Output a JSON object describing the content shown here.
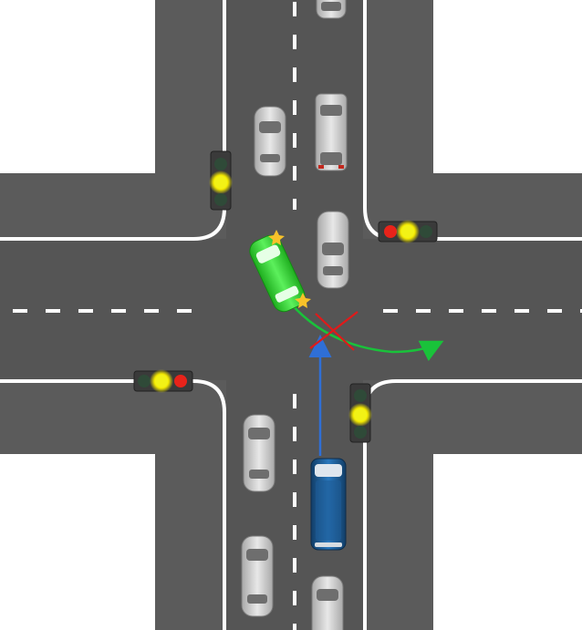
{
  "scene": {
    "type": "traffic-intersection",
    "roads": [
      "north",
      "south",
      "east",
      "west"
    ],
    "colors": {
      "background": "#ffffff",
      "asphalt": "#5b5b5b",
      "curb": "#3f3f3f",
      "lane_marking": "#ffffff",
      "green_car": "#2fd12f",
      "blue_van": "#1c5c96",
      "silver_car": "#c9c9c9",
      "green_path": "#19c23a",
      "blue_path": "#2f6fd6",
      "cross_mark": "#e01a1a",
      "signal_red": "#e8231a",
      "signal_yellow": "#f2f216",
      "signal_off": "#2f4a38",
      "signal_housing": "#3a3a3a"
    }
  },
  "vehicles": [
    {
      "id": "green-car",
      "kind": "car",
      "color": "green",
      "state": "turning-left",
      "indicator": "left-blinker"
    },
    {
      "id": "blue-van",
      "kind": "van",
      "color": "blue",
      "state": "going-straight"
    },
    {
      "id": "parked-nw",
      "kind": "car",
      "color": "silver"
    },
    {
      "id": "parked-north-lane",
      "kind": "car",
      "color": "silver"
    },
    {
      "id": "oncoming-top",
      "kind": "car",
      "color": "silver"
    },
    {
      "id": "queued-north",
      "kind": "car",
      "color": "silver"
    },
    {
      "id": "south-left-1",
      "kind": "car",
      "color": "silver"
    },
    {
      "id": "south-left-2",
      "kind": "car",
      "color": "silver"
    },
    {
      "id": "south-right",
      "kind": "car",
      "color": "silver"
    }
  ],
  "traffic_lights": [
    {
      "id": "light-nw",
      "lamps": [
        "off",
        "yellow",
        "off"
      ]
    },
    {
      "id": "light-ne",
      "lamps": [
        "red",
        "yellow",
        "off"
      ]
    },
    {
      "id": "light-sw",
      "lamps": [
        "off",
        "yellow",
        "red"
      ]
    },
    {
      "id": "light-se",
      "lamps": [
        "off",
        "yellow",
        "off"
      ]
    }
  ],
  "paths": [
    {
      "id": "green-turn-path",
      "vehicle": "green-car",
      "blocked": true
    },
    {
      "id": "blue-straight-path",
      "vehicle": "blue-van",
      "blocked": false
    }
  ],
  "conflict_marker": {
    "symbol": "cross",
    "color": "red"
  }
}
